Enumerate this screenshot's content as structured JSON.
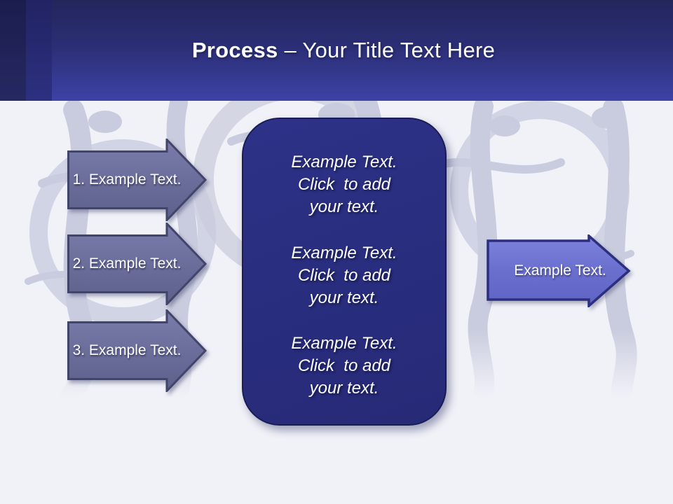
{
  "header": {
    "title_bold": "Process",
    "title_rest": " – Your Title Text Here"
  },
  "steps": [
    {
      "label": "1. Example Text."
    },
    {
      "label": "2. Example Text."
    },
    {
      "label": "3. Example Text."
    }
  ],
  "panel": {
    "blocks": [
      "Example Text.\nClick  to add\nyour text.",
      "Example Text.\nClick  to add\nyour text.",
      "Example Text.\nClick  to add\nyour text."
    ]
  },
  "output_arrow": {
    "label": "Example Text."
  },
  "colors": {
    "header_top": "#23255c",
    "header_bottom": "#3d42a6",
    "accent_stripe_dark": "#1b1d4e",
    "accent_stripe_mid": "#2d3080",
    "step_arrow_fill": "#6b6e9b",
    "step_arrow_border": "#42456a",
    "panel_fill": "#2a2e80",
    "panel_border": "#191c55",
    "output_arrow_fill": "#6d72d2",
    "output_arrow_border": "#2c2f7e",
    "background": "#f1f2f8",
    "watermark": "#c9ccde",
    "text": "#ffffff"
  }
}
